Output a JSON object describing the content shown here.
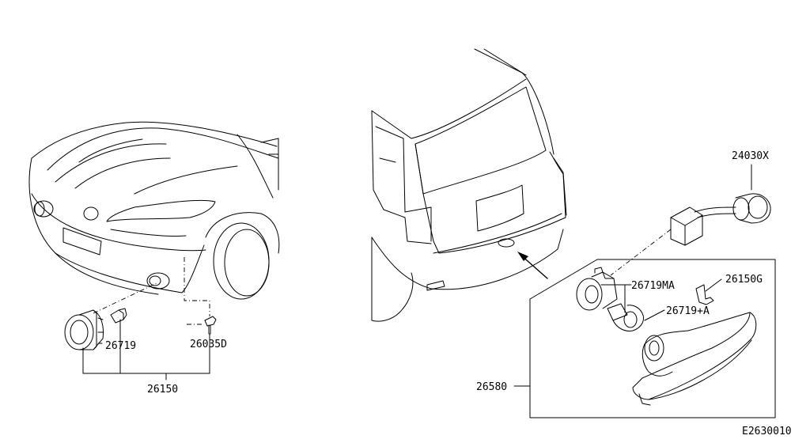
{
  "labels": {
    "fog_lamp_bulb": "26719",
    "fog_lamp_screw": "26035D",
    "fog_lamp_assembly": "26150",
    "harness": "24030X",
    "side_lamp_socket": "26719MA",
    "side_lamp_clip": "26150G",
    "side_lamp_bulb": "26719+A",
    "side_lamp_assembly": "26580",
    "diagram_code": "E2630010"
  }
}
